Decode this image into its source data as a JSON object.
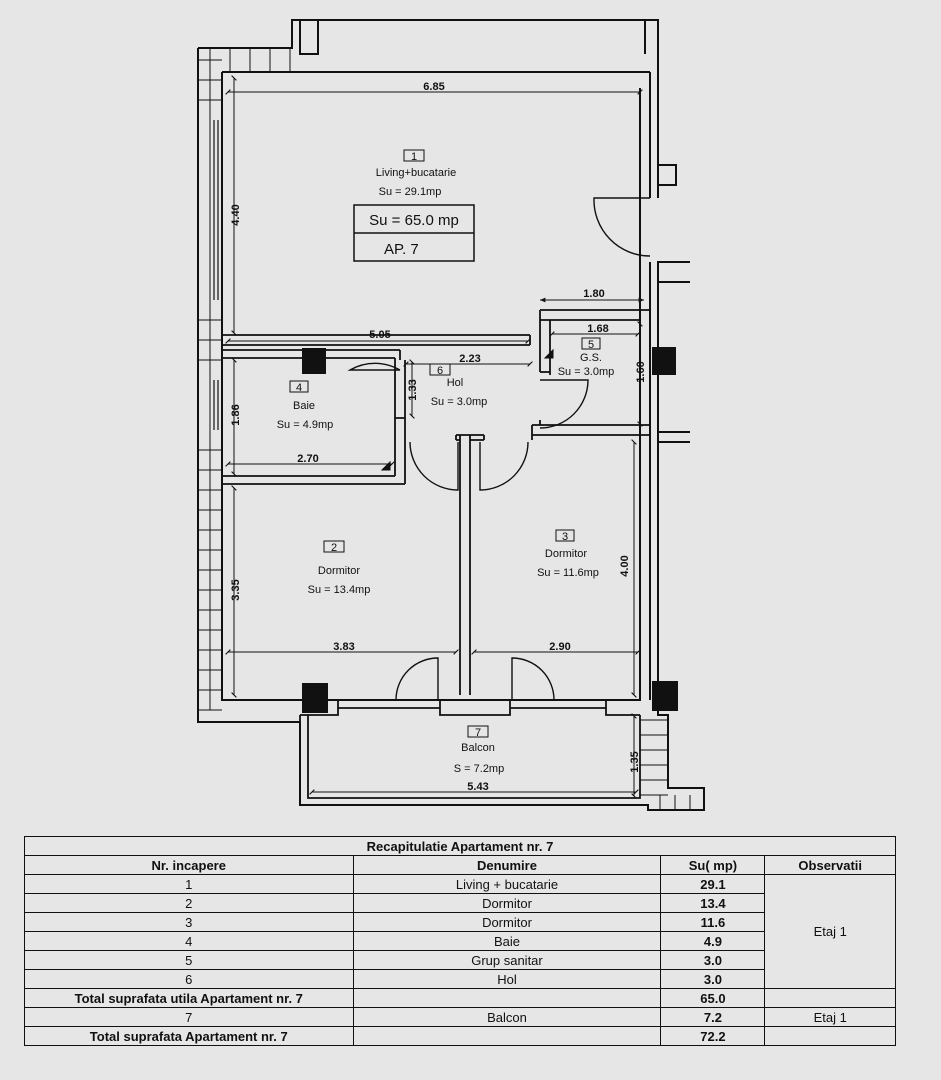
{
  "plan": {
    "apartment_area": "Su = 65.0 mp",
    "apartment_label": "AP. 7",
    "rooms": [
      {
        "num": "1",
        "name": "Living+bucatarie",
        "area": "Su = 29.1mp"
      },
      {
        "num": "2",
        "name": "Dormitor",
        "area": "Su = 13.4mp"
      },
      {
        "num": "3",
        "name": "Dormitor",
        "area": "Su = 11.6mp"
      },
      {
        "num": "4",
        "name": "Baie",
        "area": "Su = 4.9mp"
      },
      {
        "num": "5",
        "name": "G.S.",
        "area": "Su = 3.0mp"
      },
      {
        "num": "6",
        "name": "Hol",
        "area": "Su = 3.0mp"
      },
      {
        "num": "7",
        "name": "Balcon",
        "area": "S = 7.2mp"
      }
    ],
    "dimensions": {
      "living_width": "6.85",
      "living_height": "4.40",
      "gs_opening": "1.80",
      "hall_width": "5.05",
      "gs_width": "1.68",
      "gs_height": "1.60",
      "hol_width": "2.23",
      "hol_height": "1.33",
      "baie_height": "1.86",
      "baie_width": "2.70",
      "dormitor2_height": "3.35",
      "dormitor2_width": "3.83",
      "dormitor3_height": "4.00",
      "dormitor3_width": "2.90",
      "balcon_height": "1.35",
      "balcon_width": "5.43"
    }
  },
  "table": {
    "title": "Recapitulatie Apartament nr. 7",
    "headers": [
      "Nr. incapere",
      "Denumire",
      "Su( mp)",
      "Observatii"
    ],
    "rows": [
      {
        "nr": "1",
        "name": "Living + bucatarie",
        "su": "29.1"
      },
      {
        "nr": "2",
        "name": "Dormitor",
        "su": "13.4"
      },
      {
        "nr": "3",
        "name": "Dormitor",
        "su": "11.6"
      },
      {
        "nr": "4",
        "name": "Baie",
        "su": "4.9"
      },
      {
        "nr": "5",
        "name": "Grup sanitar",
        "su": "3.0"
      },
      {
        "nr": "6",
        "name": "Hol",
        "su": "3.0"
      }
    ],
    "observatii_group": "Etaj 1",
    "total_util_label": "Total suprafata utila Apartament nr. 7",
    "total_util_value": "65.0",
    "balcon_row": {
      "nr": "7",
      "name": "Balcon",
      "su": "7.2",
      "obs": "Etaj 1"
    },
    "total_label": "Total suprafata Apartament nr. 7",
    "total_value": "72.2"
  }
}
